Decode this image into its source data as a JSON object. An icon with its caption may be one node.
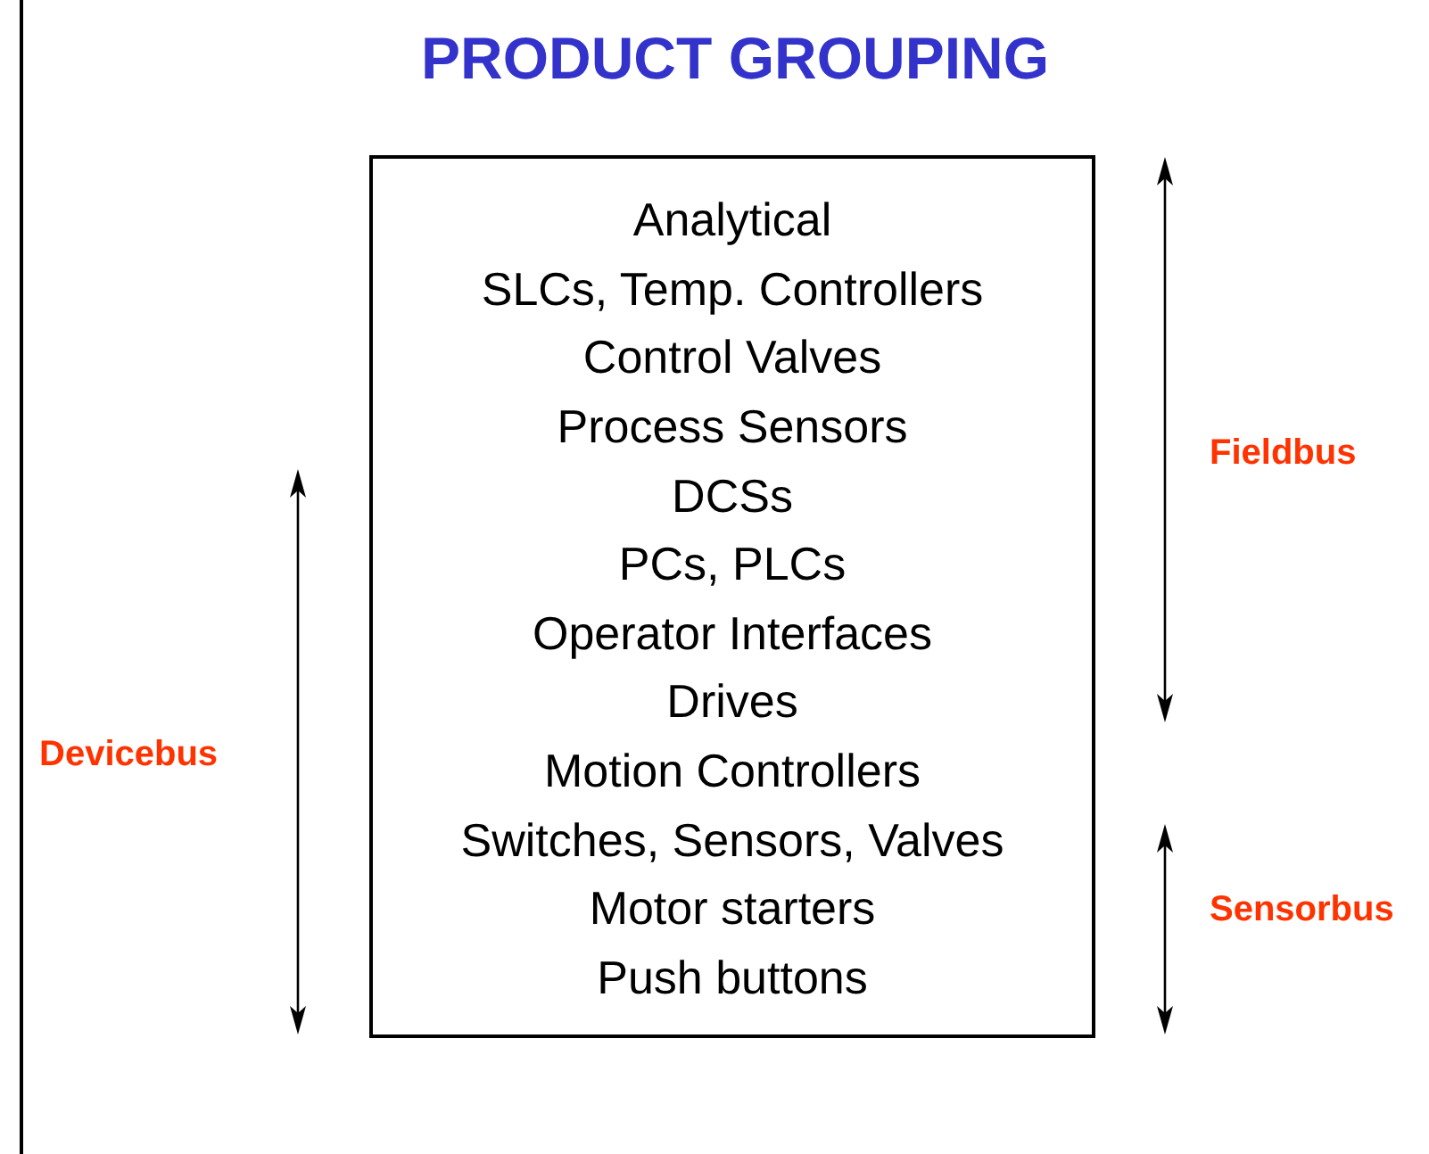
{
  "diagram": {
    "title": "PRODUCT GROUPING",
    "nodes": [
      {
        "text": [
          "Analytical",
          "SLCs, Temp. Controllers",
          "Control Valves",
          "Process Sensors",
          "DCSs",
          "PCs, PLCs",
          "Operator Interfaces",
          "Drives",
          "Motion Controllers",
          "Switches, Sensors, Valves",
          "Motor starters",
          "Push buttons"
        ]
      }
    ],
    "edges": [],
    "labels": [
      "Fieldbus",
      "Devicebus",
      "Sensorbus"
    ]
  }
}
